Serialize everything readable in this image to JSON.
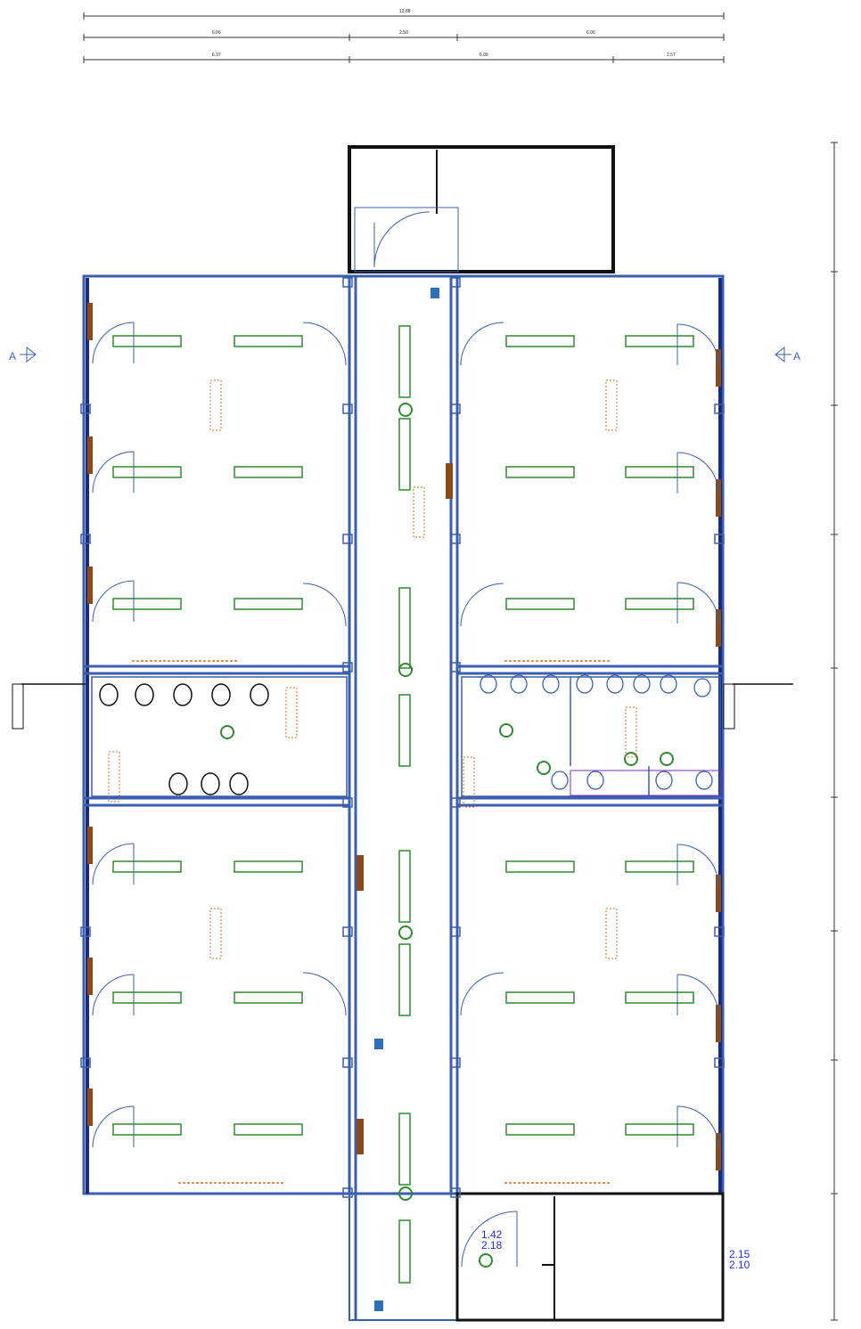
{
  "drawing": {
    "section_mark_left": "A",
    "section_mark_right": "A",
    "room_dims_bottom": {
      "line1": "1.42",
      "line2": "2.18"
    },
    "room_dims_right": {
      "line1": "2.15",
      "line2": "2.10"
    },
    "top_dimension_labels": [
      "13.88",
      "6.06",
      "2.50",
      "6.06",
      "6.37",
      "6.06",
      "2.57"
    ]
  },
  "colors": {
    "wall": "#3a5fb0",
    "wall_dark": "#1d2a7a",
    "fixture_green": "#2e8b2e",
    "label_orange": "#e06a1a",
    "furniture_brown": "#8b4a1a"
  }
}
